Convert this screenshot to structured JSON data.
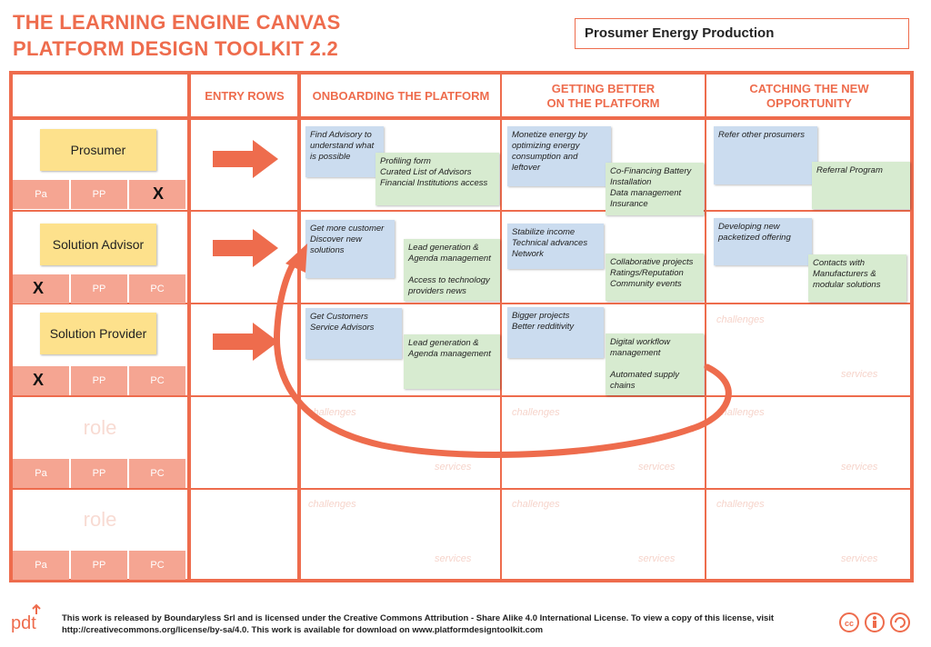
{
  "header": {
    "title_line1": "THE LEARNING ENGINE CANVAS",
    "title_line2": "PLATFORM DESIGN TOOLKIT 2.2",
    "project_name": "Prosumer Energy Production"
  },
  "columns": {
    "entry": "ENTRY ROWS",
    "onboarding": "ONBOARDING THE PLATFORM",
    "better_line1": "GETTING BETTER",
    "better_line2": "ON THE PLATFORM",
    "catching_line1": "CATCHING THE NEW",
    "catching_line2": "OPPORTUNITY"
  },
  "roles": [
    {
      "name": "Prosumer",
      "tags": [
        "Pa",
        "PP",
        ""
      ]
    },
    {
      "name": "Solution Advisor",
      "tags": [
        "",
        "PP",
        "PC"
      ]
    },
    {
      "name": "Solution Provider",
      "tags": [
        "",
        "PP",
        "PC"
      ]
    },
    {
      "name": "role",
      "tags": [
        "Pa",
        "PP",
        "PC"
      ]
    },
    {
      "name": "role",
      "tags": [
        "Pa",
        "PP",
        "PC"
      ]
    }
  ],
  "marks": {
    "x": "X"
  },
  "stickies": {
    "r1_onb_blue": "Find Advisory to understand what is possible",
    "r1_onb_green": "Profiling form\nCurated List of Advisors\nFinancial Institutions access",
    "r1_bet_blue": "Monetize energy by optimizing energy consumption and leftover",
    "r1_bet_green": "Co-Financing Battery Installation\nData management\nInsurance",
    "r1_cat_blue": "Refer other prosumers",
    "r1_cat_green": "Referral Program",
    "r2_onb_blue": "Get more customer\nDiscover new solutions",
    "r2_onb_green": "Lead generation & Agenda management\n\nAccess to technology providers news",
    "r2_bet_blue": "Stabilize income\nTechnical advances\nNetwork",
    "r2_bet_green": "Collaborative projects\nRatings/Reputation\nCommunity events",
    "r2_cat_blue": "Developing new packetized offering",
    "r2_cat_green": "Contacts with Manufacturers & modular solutions",
    "r3_onb_blue": "Get Customers\nService Advisors",
    "r3_onb_green": "Lead generation & Agenda management",
    "r3_bet_blue": "Bigger projects\nBetter redditivity",
    "r3_bet_green": "Digital workflow management\n\nAutomated supply chains"
  },
  "placeholders": {
    "challenges": "challenges",
    "services": "services"
  },
  "footer": {
    "line1": "This work is released by Boundaryless Srl and is licensed under the Creative Commons Attribution - Share Alike 4.0 International License. To view a copy of this license, visit",
    "line2": "http://creativecommons.org/license/by-sa/4.0. This work is available for download on www.platformdesigntoolkit.com",
    "logo_text": "pdt",
    "cc_icons": [
      "cc",
      "by",
      "sa"
    ]
  },
  "colors": {
    "accent": "#ee6c4d",
    "sticky_yellow": "#fde18c",
    "sticky_blue": "#cbdcef",
    "sticky_green": "#d7ebd0",
    "tag": "#f5a592"
  }
}
